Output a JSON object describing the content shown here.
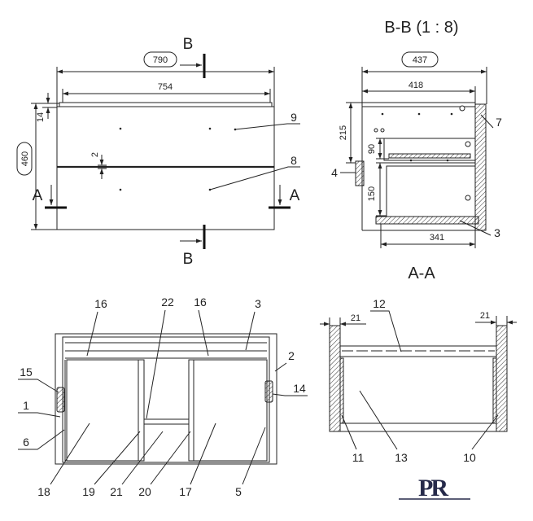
{
  "front_view": {
    "dim_overall_width": "790",
    "dim_panel_width": "754",
    "dim_top_offset": "14",
    "dim_height": "460",
    "dim_gap": "2",
    "callout_upper_front": "9",
    "callout_lower_front": "8",
    "section_a_left": "A",
    "section_a_right": "A",
    "section_b_top": "B",
    "section_b_bottom": "B"
  },
  "section_bb": {
    "title": "B-B (1 : 8)",
    "dim_overall_depth": "437",
    "dim_body_depth": "418",
    "dim_upper_height": "215",
    "dim_upper_drawer": "90",
    "dim_lower_drawer": "150",
    "dim_drawer_length": "341",
    "callout_front": "7",
    "callout_side": "4",
    "callout_bottom": "3"
  },
  "section_aa": {
    "title": "A-A"
  },
  "assembly_front": {
    "callouts": [
      "16",
      "22",
      "16",
      "3",
      "2",
      "15",
      "14",
      "1",
      "6",
      "18",
      "19",
      "21",
      "20",
      "17",
      "5"
    ]
  },
  "assembly_section": {
    "dim_left_side": "21",
    "dim_right_side": "21",
    "callouts": [
      "12",
      "11",
      "13",
      "10"
    ]
  },
  "logo": {
    "text": "PR",
    "color": "#262a4a"
  },
  "colors": {
    "line": "#222222",
    "background": "#ffffff"
  }
}
